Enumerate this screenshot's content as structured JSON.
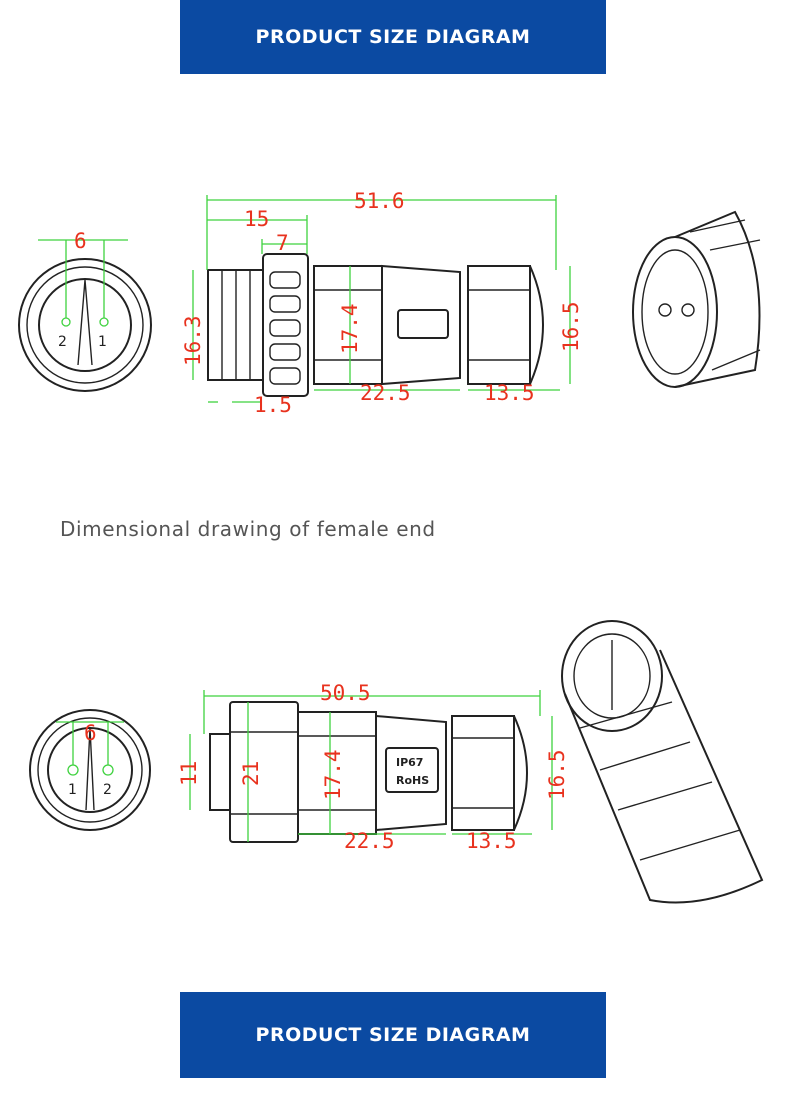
{
  "banner_top": "PRODUCT SIZE DIAGRAM",
  "banner_bottom": "PRODUCT SIZE DIAGRAM",
  "caption": "Dimensional drawing of female end",
  "top_diagram": {
    "overall_length": "51.6",
    "dim_15": "15",
    "dim_7": "7",
    "pin_spacing": "6",
    "height_left": "16.3",
    "body_diameter": "17.4",
    "height_right": "16.5",
    "dim_1_5": "1.5",
    "dim_22_5": "22.5",
    "dim_13_5": "13.5",
    "pin_labels": [
      "2",
      "1"
    ]
  },
  "bottom_diagram": {
    "overall_length": "50.5",
    "pin_spacing": "6",
    "dim_11": "11",
    "dim_21": "21",
    "body_diameter": "17.4",
    "height_right": "16.5",
    "dim_22_5": "22.5",
    "dim_13_5": "13.5",
    "pin_labels": [
      "1",
      "2"
    ],
    "body_marking": [
      "IP67",
      "RoHS"
    ]
  }
}
